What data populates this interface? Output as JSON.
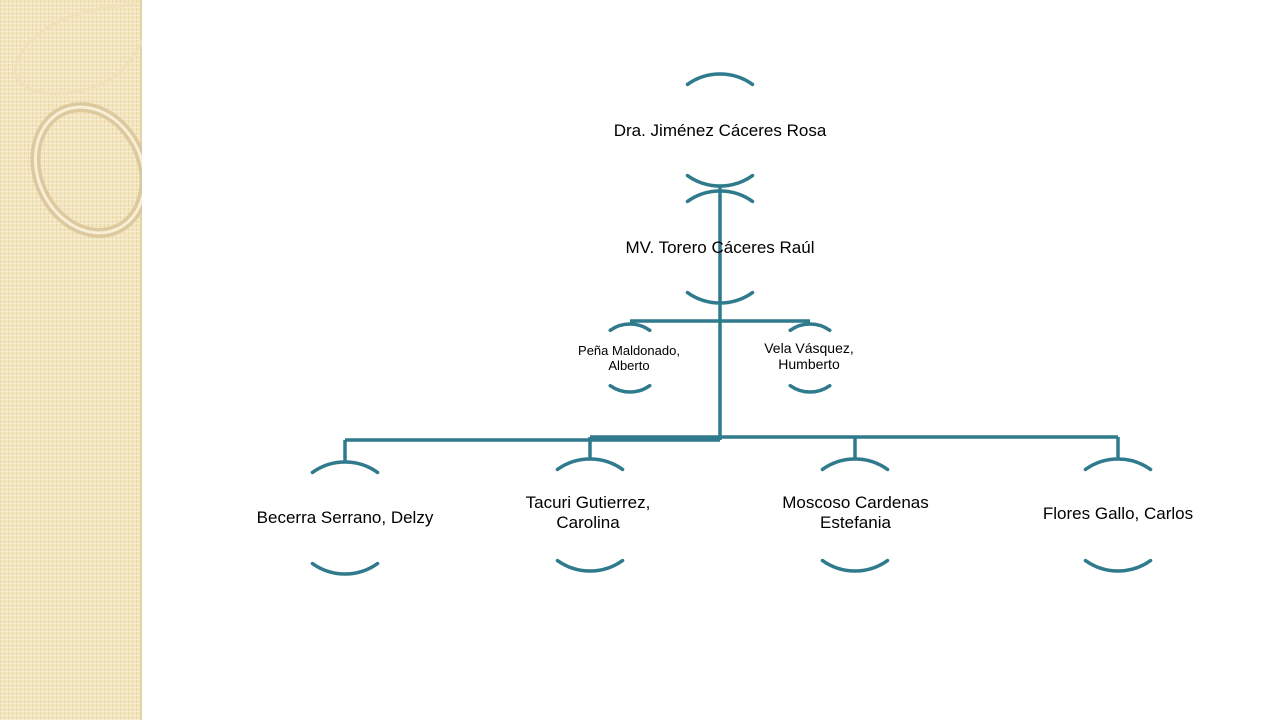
{
  "colors": {
    "connector": "#2f7a8c",
    "side_strip": "#f3e5bd",
    "text": "#000000"
  },
  "org_chart": {
    "root": {
      "name": "Dra. Jiménez Cáceres Rosa"
    },
    "second": {
      "name": "MV. Torero Cáceres Raúl"
    },
    "assistants": [
      {
        "name": "Peña Maldonado, Alberto"
      },
      {
        "name": "Vela Vásquez, Humberto"
      }
    ],
    "staff": [
      {
        "name": "Becerra Serrano, Delzy"
      },
      {
        "name": "Tacuri Gutierrez, Carolina"
      },
      {
        "name": "Moscoso Cardenas Estefania"
      },
      {
        "name": "Flores Gallo, Carlos"
      }
    ]
  }
}
